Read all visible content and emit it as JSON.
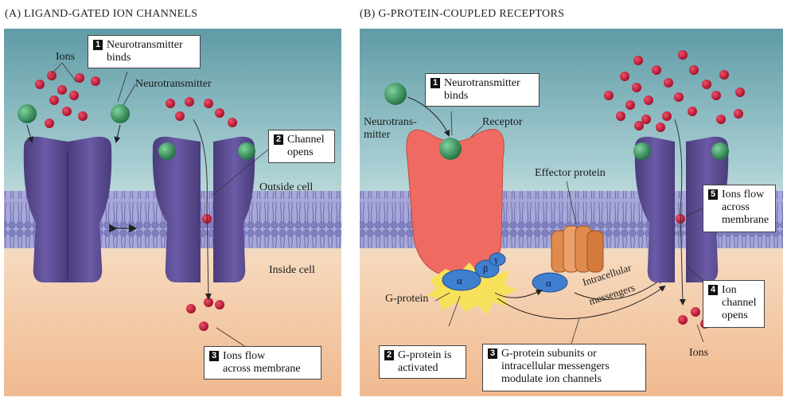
{
  "panels": {
    "a_title": "(A) LIGAND-GATED ION CHANNELS",
    "b_title": "(B) G-PROTEIN-COUPLED RECEPTORS"
  },
  "labels": {
    "a_ions": "Ions",
    "a_neurotransmitter": "Neurotransmitter",
    "a_outside_cell": "Outside cell",
    "a_inside_cell": "Inside cell",
    "b_neurotransmitter_1": "Neurotrans-",
    "b_neurotransmitter_2": "mitter",
    "b_receptor": "Receptor",
    "b_effector": "Effector protein",
    "b_gprotein": "G-protein",
    "b_alpha": "α",
    "b_beta": "β",
    "b_gamma": "γ",
    "b_alpha2": "α",
    "b_intracellular_1": "Intracellular",
    "b_intracellular_2": "messengers",
    "b_ions": "Ions"
  },
  "callouts": {
    "a1": {
      "num": "1",
      "line1": "Neurotransmitter",
      "line2": "binds"
    },
    "a2": {
      "num": "2",
      "line1": "Channel",
      "line2": "opens"
    },
    "a3": {
      "num": "3",
      "line1": "Ions flow",
      "line2": "across membrane"
    },
    "b1": {
      "num": "1",
      "line1": "Neurotransmitter",
      "line2": "binds"
    },
    "b2": {
      "num": "2",
      "line1": "G-protein is",
      "line2": "activated"
    },
    "b3": {
      "num": "3",
      "line1": "G-protein subunits or",
      "line2": "intracellular messengers",
      "line3": "modulate ion channels"
    },
    "b4": {
      "num": "4",
      "line1": "Ion",
      "line2": "channel",
      "line3": "opens"
    },
    "b5": {
      "num": "5",
      "line1": "Ions flow",
      "line2": "across",
      "line3": "membrane"
    }
  },
  "colors": {
    "outside": "#8fb9c0",
    "inside": "#f3c9a5",
    "membrane": "#8b8cc7",
    "channel": "#5b4d8f",
    "ion": "#c8102e",
    "neurotransmitter": "#2e8b57",
    "receptor": "#ec6a62",
    "effector": "#e08a4c",
    "gprotein": "#3f7fd0"
  }
}
